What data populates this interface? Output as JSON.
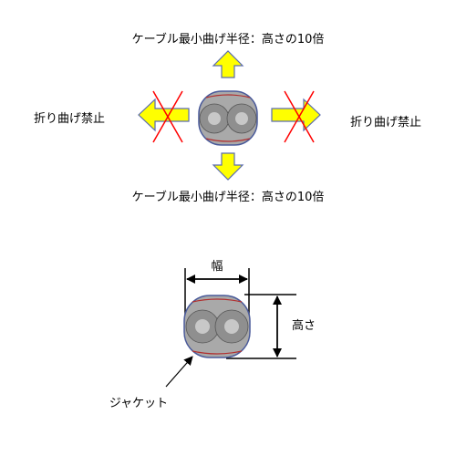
{
  "top_diagram": {
    "label_top": "ケーブル最小曲げ半径：高さの10倍",
    "label_bottom": "ケーブル最小曲げ半径：高さの10倍",
    "label_left": "折り曲げ禁止",
    "label_right": "折り曲げ禁止",
    "allowed_arrow_color": "#ffff00",
    "arrow_outline_color": "#5a6bb0",
    "forbidden_cross_color": "#ff0000"
  },
  "bottom_diagram": {
    "width_label": "幅",
    "height_label": "高さ",
    "jacket_label": "ジャケット"
  },
  "colors": {
    "jacket_fill": "#a9a9a9",
    "jacket_outline": "#4a5a9a",
    "conductor_outer": "#8f8f8f",
    "conductor_inner": "#c8c8c8",
    "inner_line": "#b03030"
  }
}
